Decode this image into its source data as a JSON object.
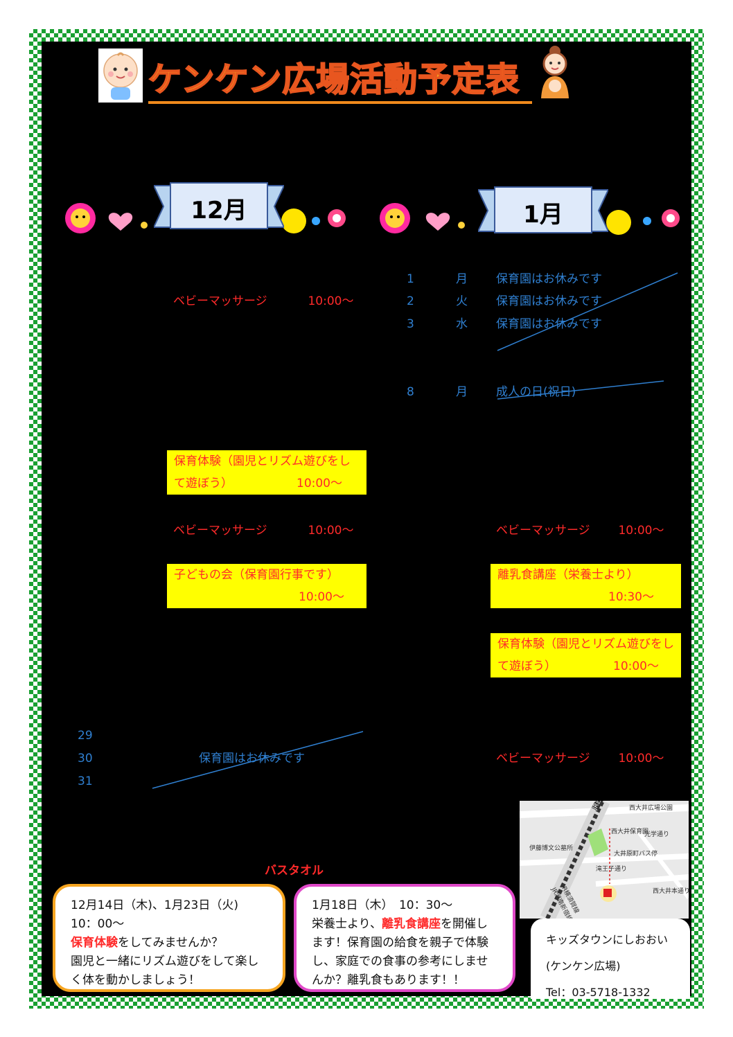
{
  "header": {
    "title": "ケンケン広場活動予定表"
  },
  "months": {
    "left": "12月",
    "right": "1月"
  },
  "december": {
    "baby_massage_1": {
      "label": "ベビーマッサージ",
      "time": "10:00〜"
    },
    "hoiku_box": {
      "line1": "保育体験（園児とリズム遊びをし",
      "line2": "て遊ぼう）",
      "time": "10:00〜"
    },
    "baby_massage_2": {
      "label": "ベビーマッサージ",
      "time": "10:00〜"
    },
    "kodomo_box": {
      "line1": "子どもの会（保育園行事です）",
      "time": "10:00〜"
    },
    "closed_days": [
      "29",
      "30",
      "31"
    ],
    "closed_label": "保育園はお休みです"
  },
  "january": {
    "rows": [
      {
        "day": "1",
        "weekday": "月",
        "text": "保育園はお休みです"
      },
      {
        "day": "2",
        "weekday": "火",
        "text": "保育園はお休みです"
      },
      {
        "day": "3",
        "weekday": "水",
        "text": "保育園はお休みです"
      },
      {
        "day": "8",
        "weekday": "月",
        "text": "成人の日(祝日)"
      }
    ],
    "baby_massage_1": {
      "label": "ベビーマッサージ",
      "time": "10:00〜"
    },
    "rinyu_box": {
      "line1": "離乳食講座（栄養士より）",
      "time": "10:30〜"
    },
    "hoiku_box": {
      "line1": "保育体験（園児とリズム遊びをし",
      "line2": "て遊ぼう）",
      "time": "10:00〜"
    },
    "baby_massage_2": {
      "label": "ベビーマッサージ",
      "time": "10:00〜"
    }
  },
  "bath_towel": "バスタオル",
  "info_left": {
    "line1": "12月14日（木)、1月23日（火)",
    "line2": "10：00〜",
    "highlight": "保育体験",
    "line3_rest": "をしてみませんか？",
    "line4": "園児と一緒にリズム遊びをして楽し",
    "line5": "く体を動かしましょう！"
  },
  "info_right": {
    "line1": "1月18日（木）　10：30〜",
    "line2_pre": "栄養士より、",
    "highlight": "離乳食講座",
    "line2_post": "を開催し",
    "line3": "ます！保育園の給食を親子で体験",
    "line4": "し、家庭での食事の参考にしませ",
    "line5": "んか？離乳食もあります！！"
  },
  "map": {
    "labels": [
      "西大井広場公園",
      "JR西大井駅",
      "西大井保育園",
      "光学通り",
      "伊藤博文公墓所",
      "大井原町バス停",
      "滝王子通り",
      "JR横須賀線",
      "JR湘南新宿線",
      "西大井本通り"
    ]
  },
  "contact": {
    "name": "キッズタウンにしおおい",
    "sub": "(ケンケン広場)",
    "tel": "Tel：03-5718-1332"
  },
  "colors": {
    "border_green": "#1aa032",
    "text_blue": "#2f7fd0",
    "text_red": "#ff2a2a",
    "highlight_yellow": "#ffff00",
    "title_orange": "#f7a020"
  }
}
